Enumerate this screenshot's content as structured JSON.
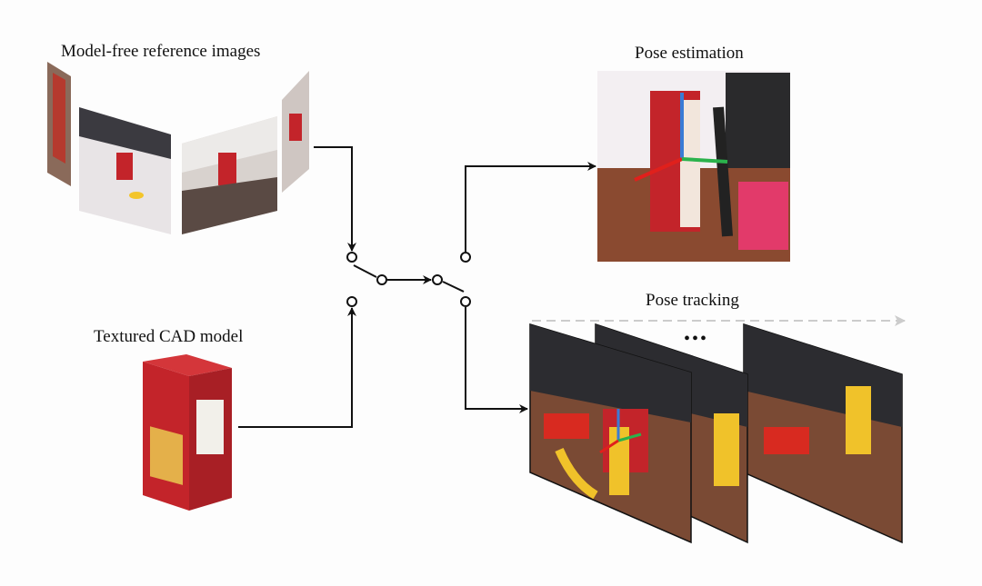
{
  "labels": {
    "reference": "Model-free reference images",
    "cad": "Textured CAD model",
    "estimation": "Pose estimation",
    "tracking": "Pose tracking",
    "ellipsis": "•••"
  },
  "colors": {
    "line": "#111111",
    "axis_red": "#e0201c",
    "axis_green": "#2bb24c",
    "axis_blue": "#3a7bd5",
    "box_red": "#c3242a"
  }
}
